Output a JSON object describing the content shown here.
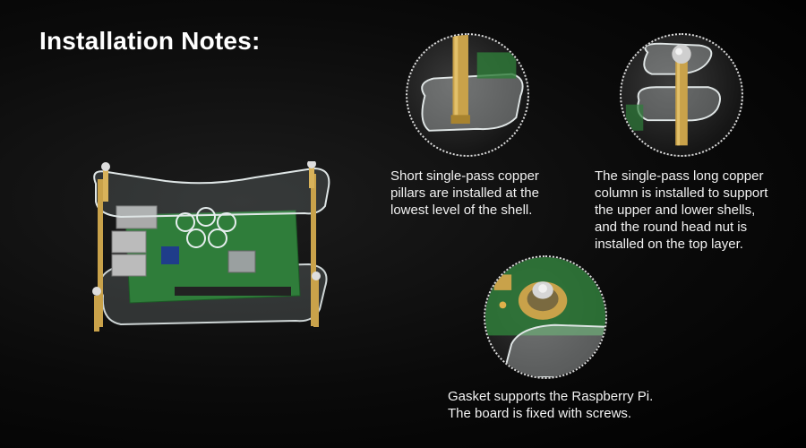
{
  "title": "Installation Notes:",
  "notes": [
    {
      "text": "Short single-pass copper\npillars are installed at the\nlowest level of the shell."
    },
    {
      "text": "The single-pass long copper\ncolumn is installed to support\nthe upper and lower shells,\nand the round head nut is\ninstalled on the top layer."
    },
    {
      "text": "Gasket supports the Raspberry Pi.\nThe board is fixed with screws."
    }
  ],
  "colors": {
    "background": "#000000",
    "text": "#ffffff",
    "acrylic": "#cfd6d6",
    "brass": "#c9a24a",
    "pcb_green": "#2f7d3a"
  }
}
